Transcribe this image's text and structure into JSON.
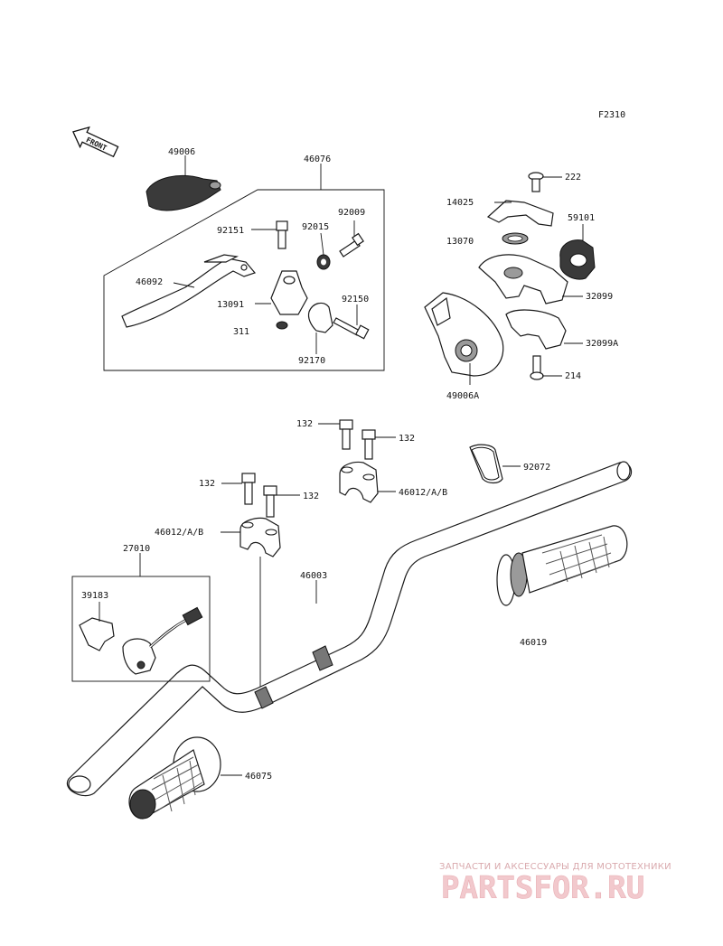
{
  "diagram": {
    "code": "F2310",
    "front_arrow": "FRONT",
    "labels": {
      "p49006": "49006",
      "p46076": "46076",
      "p92009": "92009",
      "p92151": "92151",
      "p92015": "92015",
      "p46092": "46092",
      "p13091": "13091",
      "p92150": "92150",
      "p311": "311",
      "p92170": "92170",
      "p222": "222",
      "p14025": "14025",
      "p59101": "59101",
      "p13070": "13070",
      "p32099": "32099",
      "p32099a": "32099A",
      "p214": "214",
      "p49006a": "49006A",
      "p132a": "132",
      "p132b": "132",
      "p132c": "132",
      "p132d": "132",
      "p92072": "92072",
      "p46012_upper": "46012/A/B",
      "p46012_lower": "46012/A/B",
      "p27010": "27010",
      "p46003": "46003",
      "p39183": "39183",
      "p46019": "46019",
      "p46075": "46075"
    }
  },
  "watermark": {
    "tagline": "ЗАПЧАСТИ И АКСЕССУАРЫ ДЛЯ МОТОТЕХНИКИ",
    "brand": "PARTSFOR.RU"
  }
}
